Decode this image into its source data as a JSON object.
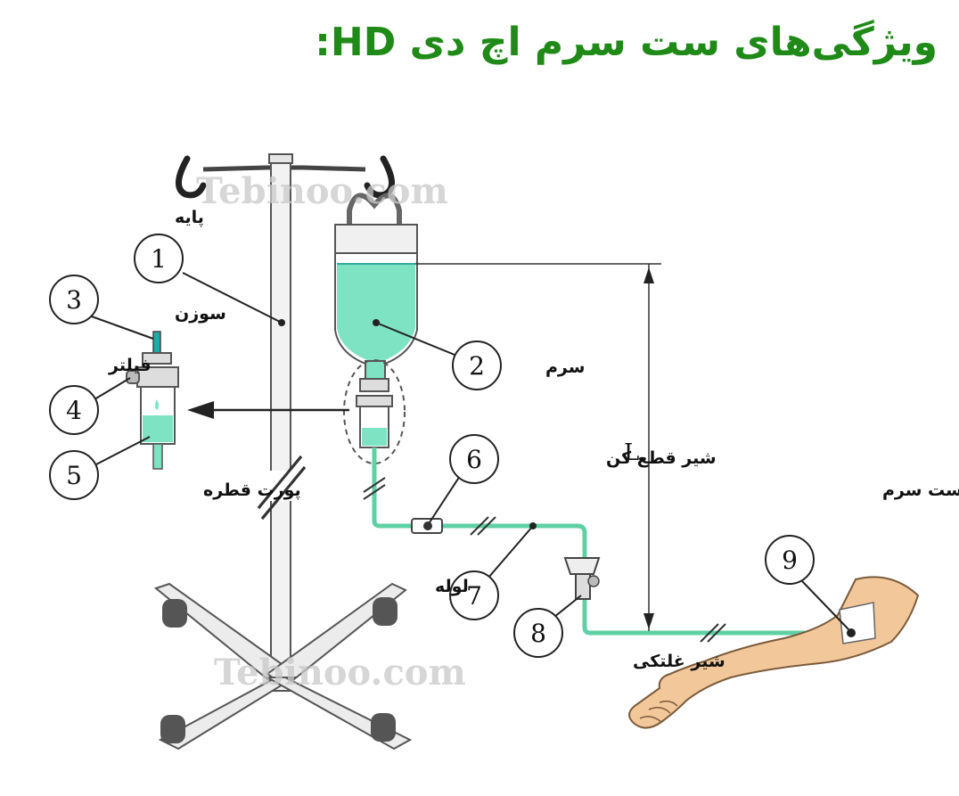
{
  "title": "ویژگی‌های ست سرم اچ دی HD:",
  "watermark": "Tebinoo.com",
  "dimension_label": "L",
  "colors": {
    "title": "#1f8a17",
    "fluid": "#7ee3c2",
    "tube": "#5fd0a4",
    "skin": "#f2c89b"
  },
  "labels": {
    "stand": "پایه",
    "needle": "سوزن",
    "filter": "فیلتر",
    "drip_port": "پورت قطره",
    "serum": "سرم",
    "shutoff_valve": "شیر قطع کن",
    "tube": "لوله",
    "roller_valve": "شیر غلتکی",
    "iv_needle": "سوزن ست سرم"
  },
  "callouts": [
    "1",
    "2",
    "3",
    "4",
    "5",
    "6",
    "7",
    "8",
    "9"
  ]
}
